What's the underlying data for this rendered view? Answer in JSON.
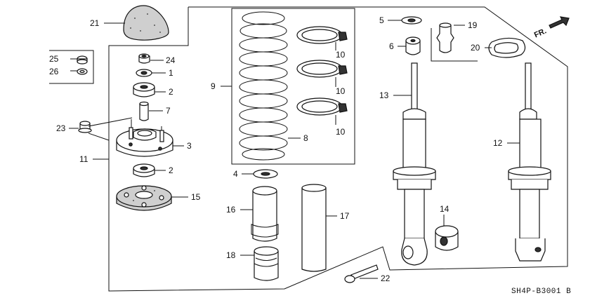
{
  "diagram_code": "SH4P-B3001 B",
  "direction_label": "FR.",
  "callouts": {
    "p1": "1",
    "p2a": "2",
    "p2b": "2",
    "p3": "3",
    "p4": "4",
    "p5": "5",
    "p6": "6",
    "p7": "7",
    "p8": "8",
    "p9": "9",
    "p10a": "10",
    "p10b": "10",
    "p10c": "10",
    "p11": "11",
    "p12": "12",
    "p13": "13",
    "p14": "14",
    "p15": "15",
    "p16": "16",
    "p17": "17",
    "p18": "18",
    "p19": "19",
    "p20": "20",
    "p21": "21",
    "p22": "22",
    "p23": "23",
    "p24": "24",
    "p25": "25",
    "p26": "26"
  }
}
